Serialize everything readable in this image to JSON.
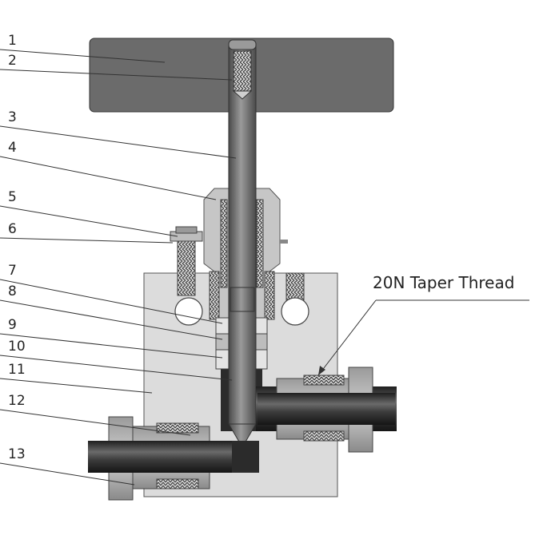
{
  "labels": [
    "1",
    "2",
    "3",
    "4",
    "5",
    "6",
    "7",
    "8",
    "9",
    "10",
    "11",
    "12",
    "13"
  ],
  "callout": "20N Taper Thread",
  "colors": {
    "handle": "#6b6b6b",
    "body": "#dcdcdc",
    "stem": "#7a7a7a",
    "dark": "#2b2b2b",
    "bonnet": "#c6c6c6",
    "tube": "#3a3a3a"
  }
}
